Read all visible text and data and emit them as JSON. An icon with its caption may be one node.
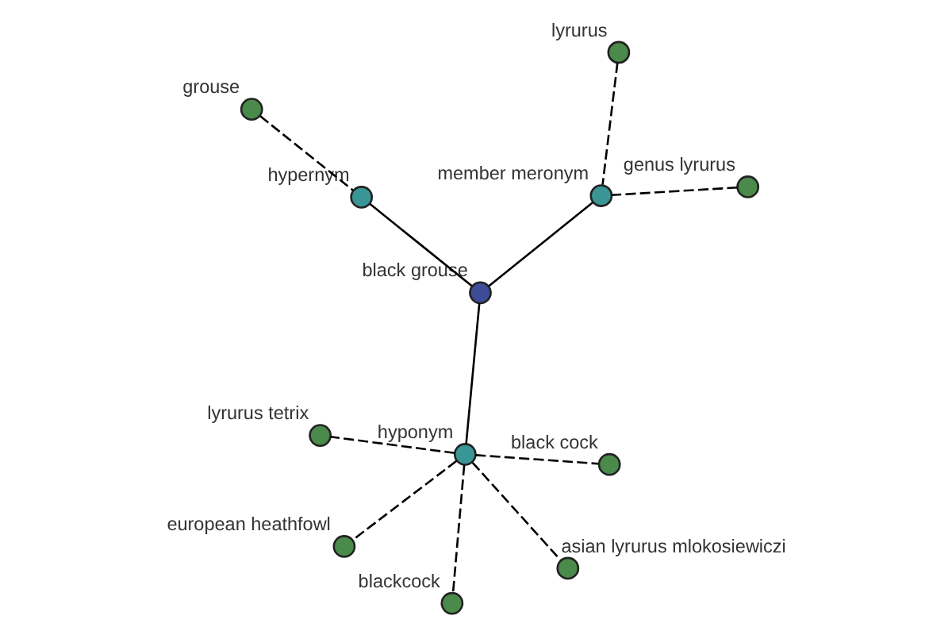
{
  "diagram": {
    "nodes": [
      {
        "text": [
          "grouse"
        ]
      },
      {
        "text": [
          "lyrurus"
        ]
      },
      {
        "text": [
          "genus lyrurus"
        ]
      },
      {
        "text": [
          "member meronym"
        ]
      },
      {
        "text": [
          "hypernym"
        ]
      },
      {
        "text": [
          "black grouse"
        ]
      },
      {
        "text": [
          "european heathfowl"
        ]
      },
      {
        "text": [
          "black cock"
        ]
      },
      {
        "text": [
          "hyponym"
        ]
      },
      {
        "text": [
          "blackcock"
        ]
      },
      {
        "text": [
          "asian lyrurus mlokosiewiczi"
        ]
      },
      {
        "text": [
          "lyrurus tetrix"
        ]
      }
    ],
    "edges": [
      {
        "from": 0,
        "to": 4,
        "arrow": "none",
        "style": "dashed"
      },
      {
        "from": 1,
        "to": 3,
        "arrow": "none",
        "style": "dashed"
      },
      {
        "from": 2,
        "to": 3,
        "arrow": "none",
        "style": "dashed"
      },
      {
        "from": 3,
        "to": 5,
        "arrow": "none"
      },
      {
        "from": 4,
        "to": 5,
        "arrow": "none"
      },
      {
        "from": 5,
        "to": 8,
        "arrow": "none"
      },
      {
        "from": 8,
        "to": 6,
        "arrow": "none",
        "style": "dashed"
      },
      {
        "from": 8,
        "to": 7,
        "arrow": "none",
        "style": "dashed"
      },
      {
        "from": 8,
        "to": 9,
        "arrow": "none",
        "style": "dashed"
      },
      {
        "from": 8,
        "to": 11,
        "arrow": "none",
        "style": "dashed"
      },
      {
        "from": 8,
        "to": 10,
        "arrow": "none",
        "style": "dashed"
      }
    ]
  }
}
